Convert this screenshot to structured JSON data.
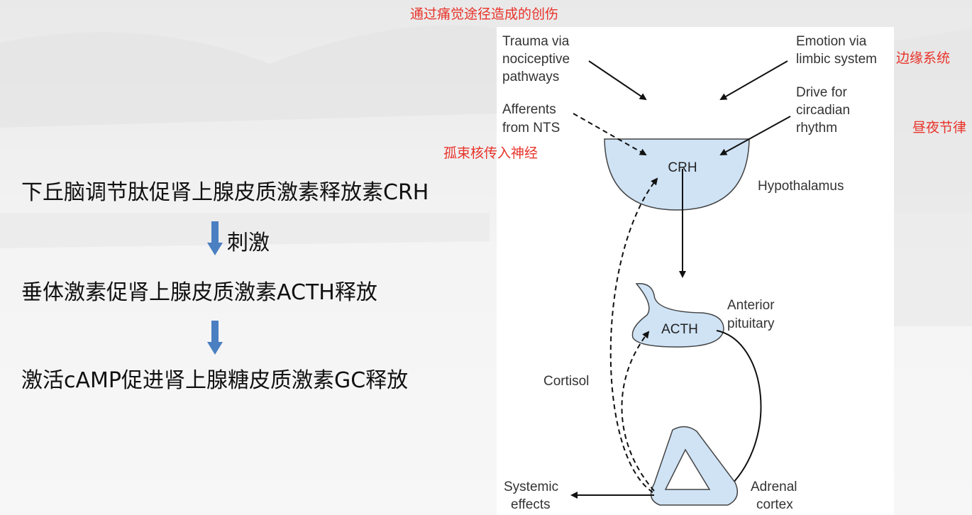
{
  "flowchart": {
    "step1": "下丘脑调节肽促肾上腺皮质激素释放素CRH",
    "step2": "垂体激素促肾上腺皮质激素ACTH释放",
    "step3": "激活cAMP促进肾上腺糖皮质激素GC释放",
    "arrow1_label": "刺激"
  },
  "annotations": {
    "pain_pathway": "通过痛觉途径造成的创伤",
    "limbic": "边缘系统",
    "circadian": "昼夜节律",
    "nts": "孤束核传入神经"
  },
  "diagram": {
    "trauma": [
      "Trauma via",
      "nociceptive",
      "pathways"
    ],
    "emotion": [
      "Emotion via",
      "limbic system"
    ],
    "afferents": [
      "Afferents",
      "from NTS"
    ],
    "drive": [
      "Drive for",
      "circadian",
      "rhythm"
    ],
    "crh": "CRH",
    "hypothalamus": "Hypothalamus",
    "acth": "ACTH",
    "anterior_pituitary": [
      "Anterior",
      "pituitary"
    ],
    "cortisol": "Cortisol",
    "systemic": [
      "Systemic",
      "effects"
    ],
    "adrenal": [
      "Adrenal",
      "cortex"
    ]
  },
  "colors": {
    "organ_fill": "#cfe3f5",
    "arrow_blue": "#4a7fc1",
    "annotation_red": "#e8332a"
  }
}
